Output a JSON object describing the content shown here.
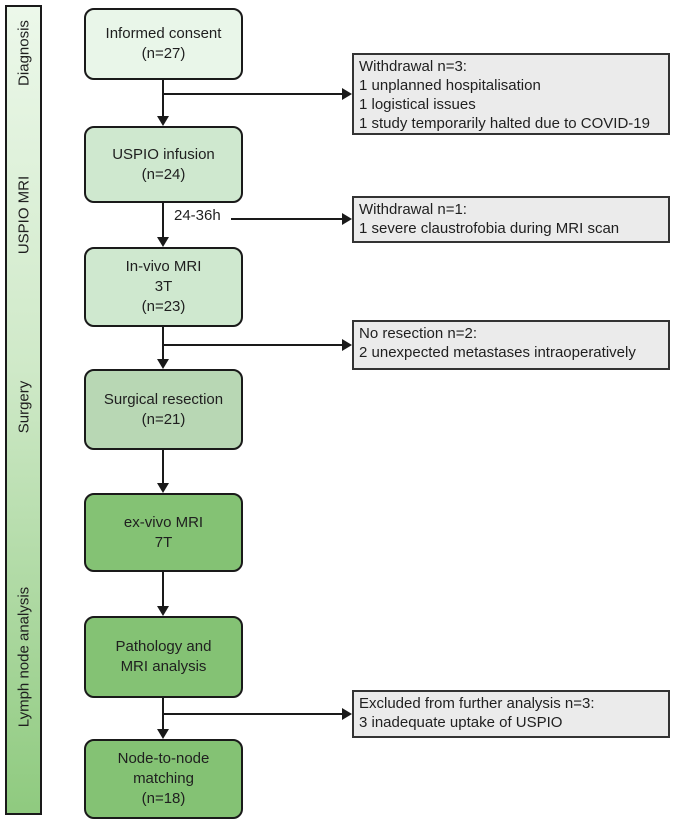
{
  "sidebar": {
    "phases": [
      {
        "label": "Diagnosis"
      },
      {
        "label": "USPIO MRI"
      },
      {
        "label": "Surgery"
      },
      {
        "label": "Lymph node analysis"
      }
    ]
  },
  "flow": {
    "boxes": [
      {
        "id": "informed-consent",
        "lines": [
          "Informed consent",
          "(n=27)"
        ]
      },
      {
        "id": "uspio-infusion",
        "lines": [
          "USPIO infusion",
          "(n=24)"
        ]
      },
      {
        "id": "invivo-mri",
        "lines": [
          "In-vivo MRI",
          "3T",
          "(n=23)"
        ]
      },
      {
        "id": "surgical-resection",
        "lines": [
          "Surgical resection",
          "(n=21)"
        ]
      },
      {
        "id": "exvivo-mri",
        "lines": [
          "ex-vivo MRI",
          "7T"
        ]
      },
      {
        "id": "pathology-mri",
        "lines": [
          "Pathology and",
          "MRI analysis"
        ]
      },
      {
        "id": "node-matching",
        "lines": [
          "Node-to-node",
          "matching",
          "(n=18)"
        ]
      }
    ]
  },
  "exclusions": [
    {
      "lines": [
        "Withdrawal n=3:",
        "1 unplanned hospitalisation",
        "1 logistical issues",
        "1 study temporarily halted due to COVID-19"
      ]
    },
    {
      "lines": [
        "Withdrawal n=1:",
        "1 severe claustrofobia during MRI scan"
      ]
    },
    {
      "lines": [
        "No resection n=2:",
        "2 unexpected metastases intraoperatively"
      ]
    },
    {
      "lines": [
        "Excluded from further analysis n=3:",
        "3 inadequate uptake of USPIO"
      ]
    }
  ],
  "edge_labels": {
    "infusion_to_mri_interval": "24-36h"
  },
  "colors": {
    "stage_lightest": "#e9f6e9",
    "stage_light": "#cfe8cf",
    "stage_mid": "#b8d7b4",
    "stage_dark": "#84c274",
    "sidebar_gradient_top": "#ecf8ea",
    "sidebar_gradient_bottom": "#8fca7f",
    "exclusion_fill": "#ebebeb",
    "line_color": "#1a1a1a"
  }
}
